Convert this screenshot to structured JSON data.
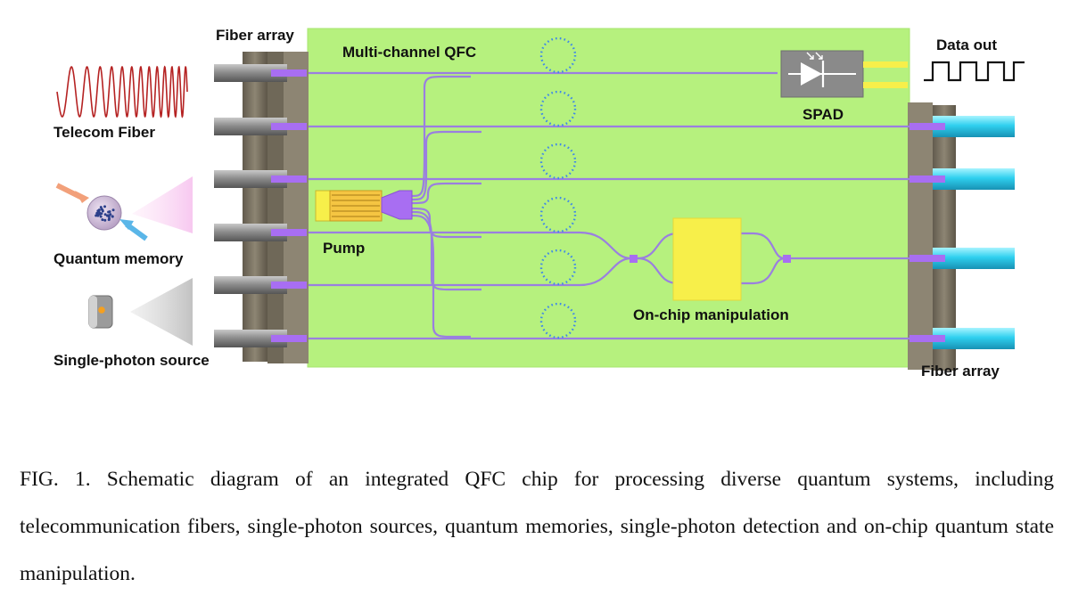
{
  "labels": {
    "fiber_array_left": "Fiber array",
    "multi_channel_qfc": "Multi-channel QFC",
    "data_out": "Data out",
    "spad": "SPAD",
    "telecom_fiber": "Telecom Fiber",
    "quantum_memory": "Quantum memory",
    "single_photon_source": "Single-photon source",
    "pump": "Pump",
    "on_chip_manipulation": "On-chip manipulation",
    "fiber_array_right": "Fiber array"
  },
  "caption": "FIG. 1.  Schematic diagram of an integrated QFC chip for processing diverse quantum systems, including telecommunication fibers, single-photon sources, quantum memories, single-photon detection and on-chip quantum state manipulation.",
  "colors": {
    "chip": "#b6f17e",
    "waveguide": "#9a7fe0",
    "ring": "#3f88e8",
    "fiber_left": "#8c8c8c",
    "fiber_right": "#35d6f2",
    "heater": "#f7ef4a",
    "telecom_wave": "#b52222",
    "coupling_block": "#7d7566"
  }
}
